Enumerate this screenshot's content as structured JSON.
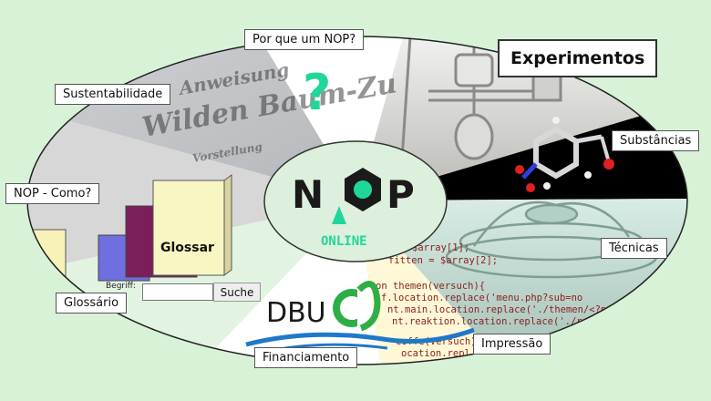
{
  "labels": {
    "por_que": "Por que um NOP?",
    "experimentos": "Experimentos",
    "sustentabilidade": "Sustentabilidade",
    "substancias": "Substâncias",
    "nop_como": "NOP - Como?",
    "tecnicas": "Técnicas",
    "glossario": "Glossário",
    "impressao": "Impressão",
    "financiamento": "Financiamento"
  },
  "logo": {
    "nop": "NOP",
    "online": "ONLINE",
    "dbu": "DBU"
  },
  "glossar": {
    "title": "Glossar",
    "search_label": "Begriff:",
    "search_button": "Suche",
    "search_value": ""
  },
  "question_mark": "?",
  "decor": {
    "heading_lines": [
      "Anweisung",
      "Wilden Baum-Zu",
      "Vorstellung"
    ],
    "code_lines": [
      "$array[1];",
      "fitten = $array[2];",
      "",
      "on themen(versuch){",
      "f.location.replace('menu.php?sub=no",
      "nt.main.location.replace('./themen/<?p",
      "nt.reaktion.location.replace('./re",
      "",
      "coffe(versuch)",
      "ocation.repl"
    ]
  },
  "colors": {
    "background": "#d8f2d8",
    "center": "#ddf0dd",
    "teal_accent": "#1fd79a",
    "logo_dark": "#1a1a1a",
    "dbu_blue": "#1f78c8",
    "dbu_green": "#2fae45"
  }
}
